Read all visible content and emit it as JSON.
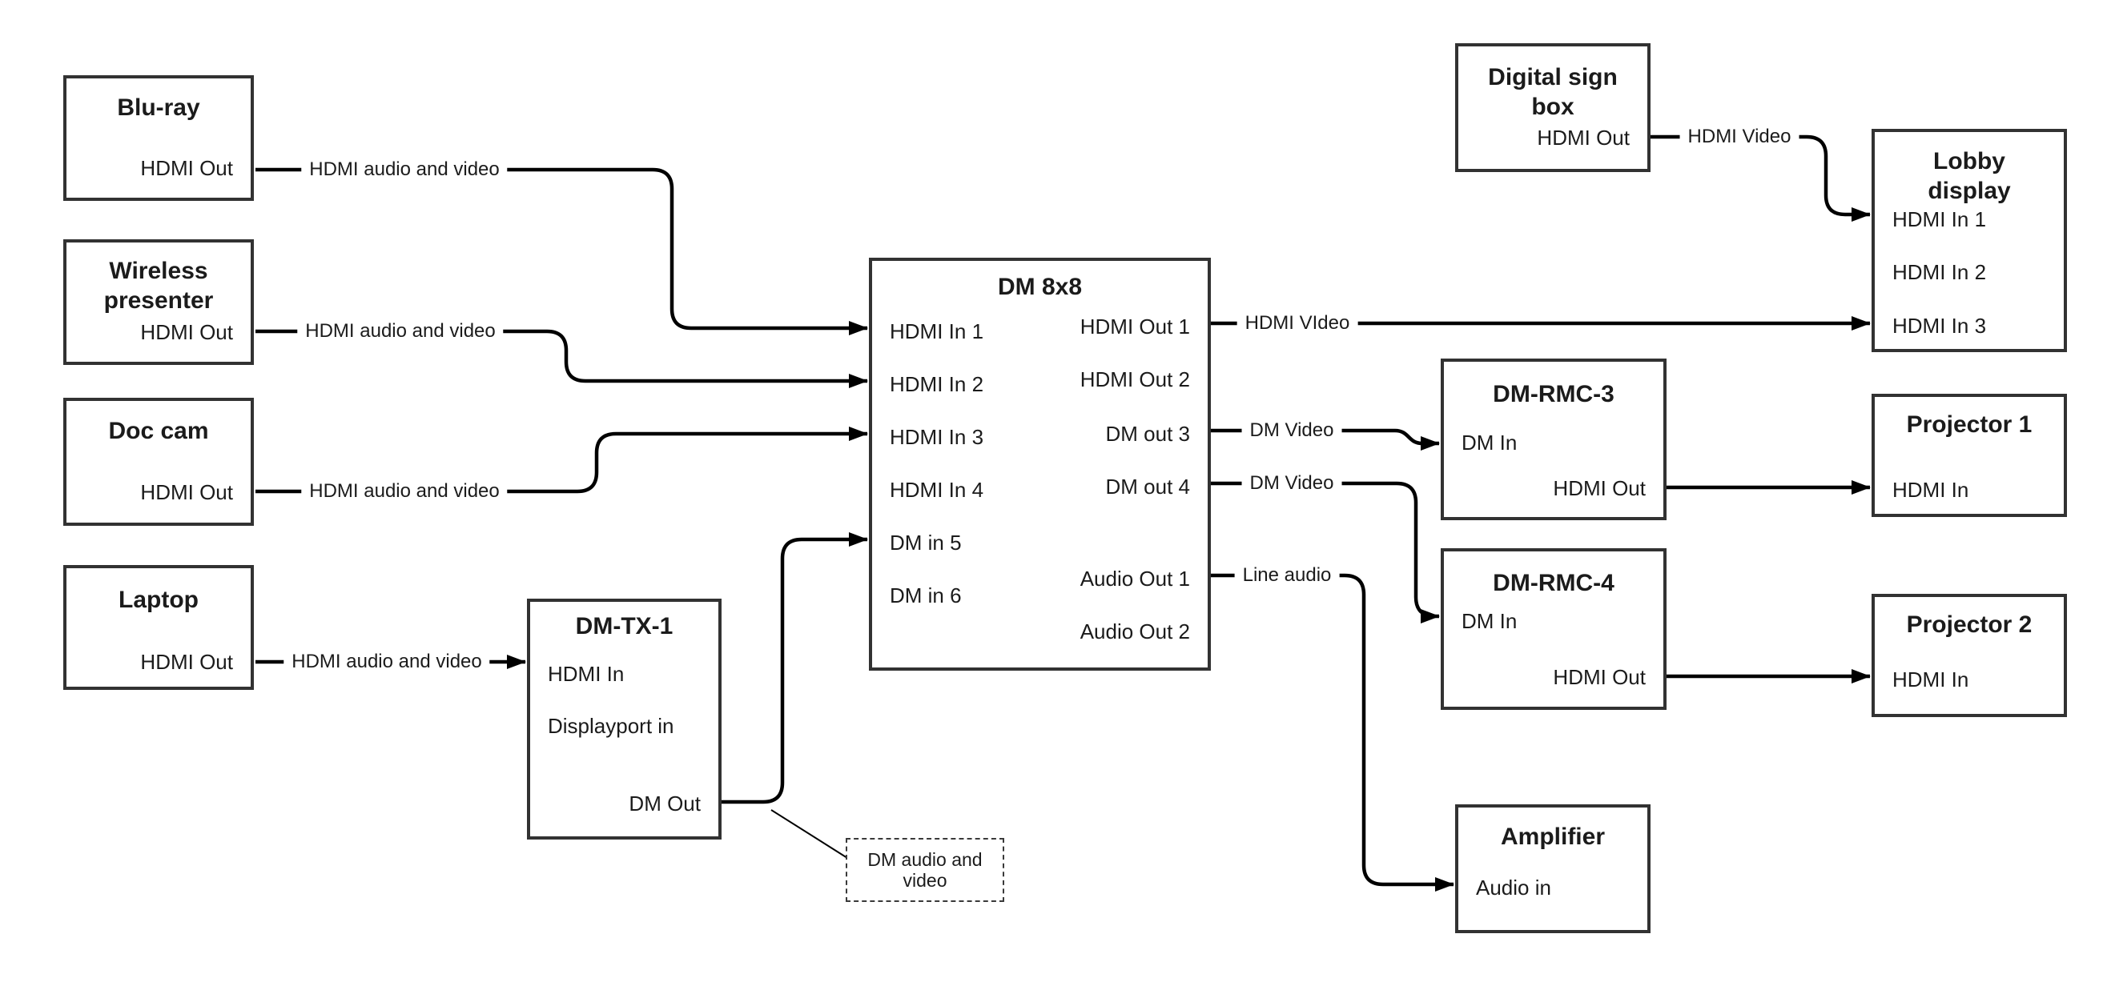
{
  "diagram": {
    "nodes": {
      "blu_ray": {
        "title": "Blu-ray",
        "ports": {
          "hdmi_out": "HDMI Out"
        }
      },
      "wireless_presenter": {
        "title": "Wireless\npresenter",
        "ports": {
          "hdmi_out": "HDMI Out"
        }
      },
      "doc_cam": {
        "title": "Doc cam",
        "ports": {
          "hdmi_out": "HDMI Out"
        }
      },
      "laptop": {
        "title": "Laptop",
        "ports": {
          "hdmi_out": "HDMI Out"
        }
      },
      "dm_tx_1": {
        "title": "DM-TX-1",
        "ports": {
          "hdmi_in": "HDMI In",
          "displayport_in": "Displayport in",
          "dm_out": "DM Out"
        }
      },
      "dm_8x8": {
        "title": "DM 8x8",
        "ports": {
          "hdmi_in_1": "HDMI In 1",
          "hdmi_in_2": "HDMI In 2",
          "hdmi_in_3": "HDMI In 3",
          "hdmi_in_4": "HDMI In 4",
          "dm_in_5": "DM in 5",
          "dm_in_6": "DM in 6",
          "hdmi_out_1": "HDMI Out 1",
          "hdmi_out_2": "HDMI Out 2",
          "dm_out_3": "DM out 3",
          "dm_out_4": "DM out 4",
          "audio_out_1": "Audio Out 1",
          "audio_out_2": "Audio Out 2"
        }
      },
      "digital_sign_box": {
        "title": "Digital sign\nbox",
        "ports": {
          "hdmi_out": "HDMI Out"
        }
      },
      "lobby_display": {
        "title": "Lobby\ndisplay",
        "ports": {
          "hdmi_in_1": "HDMI In 1",
          "hdmi_in_2": "HDMI In 2",
          "hdmi_in_3": "HDMI In 3"
        }
      },
      "dm_rmc_3": {
        "title": "DM-RMC-3",
        "ports": {
          "dm_in": "DM In",
          "hdmi_out": "HDMI Out"
        }
      },
      "dm_rmc_4": {
        "title": "DM-RMC-4",
        "ports": {
          "dm_in": "DM In",
          "hdmi_out": "HDMI Out"
        }
      },
      "projector_1": {
        "title": "Projector 1",
        "ports": {
          "hdmi_in": "HDMI In"
        }
      },
      "projector_2": {
        "title": "Projector 2",
        "ports": {
          "hdmi_in": "HDMI In"
        }
      },
      "amplifier": {
        "title": "Amplifier",
        "ports": {
          "audio_in": "Audio in"
        }
      }
    },
    "edge_labels": {
      "blu_ray_to_dm8x8": "HDMI audio and video",
      "wireless_to_dm8x8": "HDMI audio and video",
      "doc_cam_to_dm8x8": "HDMI audio and video",
      "laptop_to_dm_tx": "HDMI audio and video",
      "dm8x8_out1_to_lobby": "HDMI VIdeo",
      "digital_sign_to_lobby": "HDMI Video",
      "dm8x8_out3_to_rmc3": "DM Video",
      "dm8x8_out4_to_rmc4": "DM Video",
      "dm8x8_audio1_to_amp": "Line audio"
    },
    "note": {
      "text": "DM audio and\nvideo"
    },
    "colors": {
      "line": "#000000",
      "box_border": "#323232",
      "background": "#ffffff",
      "text": "#1b1b1b"
    }
  }
}
